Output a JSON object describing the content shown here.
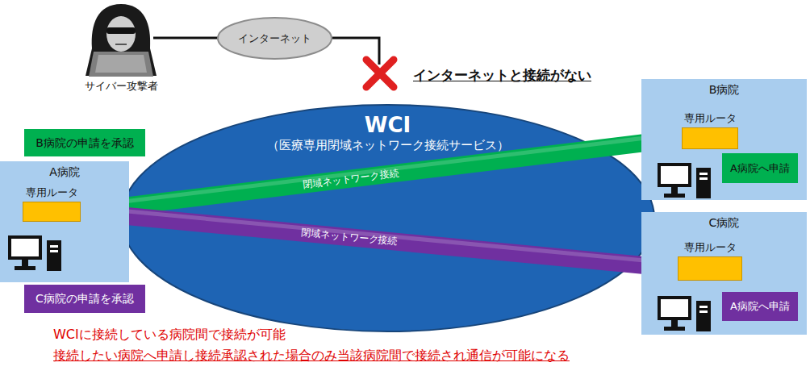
{
  "diagram": {
    "nodes": [
      {
        "text": [
          "インターネット"
        ]
      },
      {
        "text": [
          "WCI",
          "（医療専用閉域ネットワーク接続サービス）"
        ]
      },
      {
        "text": [
          "B病院の申請を承認"
        ]
      },
      {
        "text": [
          "A病院"
        ]
      },
      {
        "text": [
          "専用ルータ"
        ],
        "in": 3
      },
      {
        "text": [
          "C病院の申請を承認"
        ]
      },
      {
        "text": [
          "B病院"
        ]
      },
      {
        "text": [
          "専用ルータ"
        ],
        "in": 6
      },
      {
        "text": [
          "A病院へ申請"
        ],
        "in": 6
      },
      {
        "text": [
          "C病院"
        ]
      },
      {
        "text": [
          "専用ルータ"
        ],
        "in": 9
      },
      {
        "text": [
          "A病院へ申請"
        ],
        "in": 9
      }
    ],
    "edges": [
      {
        "from": 4,
        "to": 7,
        "arrow": "none",
        "label": "閉域ネットワーク接続"
      },
      {
        "from": 4,
        "to": 10,
        "arrow": "none",
        "label": "閉域ネットワーク接続"
      }
    ],
    "labels": [
      "サイバー攻撃者",
      "インターネットと接続がない",
      "WCIに接続している病院間で接続が可能",
      "接続したい病院へ申請し接続承認された場合のみ当該病院間で接続され通信が可能になる"
    ]
  }
}
